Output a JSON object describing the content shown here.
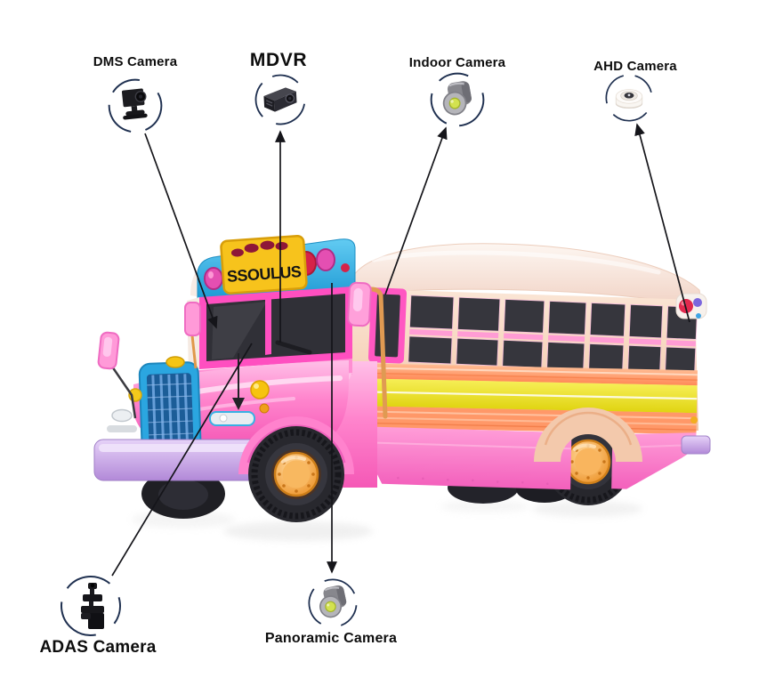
{
  "diagram": {
    "subject": "school bus camera system diagram",
    "bus": {
      "sign_text": "SSOULUS"
    },
    "callouts": [
      {
        "id": "dms",
        "label": "DMS Camera",
        "icon": "dms-camera-icon",
        "target": "windshield-dashboard"
      },
      {
        "id": "mdvr",
        "label": "MDVR",
        "icon": "mdvr-recorder-icon",
        "target": "front-dashboard"
      },
      {
        "id": "indoor",
        "label": "Indoor Camera",
        "icon": "indoor-camera-icon",
        "target": "first-side-window"
      },
      {
        "id": "ahd",
        "label": "AHD Camera",
        "icon": "ahd-dome-camera-icon",
        "target": "rear-roof-corner"
      },
      {
        "id": "adas",
        "label": "ADAS Camera",
        "icon": "adas-camera-icon",
        "target": "windshield-lower"
      },
      {
        "id": "panoramic",
        "label": "Panoramic Camera",
        "icon": "panoramic-camera-icon",
        "target": "underbody-front"
      }
    ],
    "colors": {
      "body_pink": "#ff7fca",
      "body_peach": "#f6cbb0",
      "stripe_yellow": "#ebe126",
      "stripe_salmon": "#ff9868",
      "roof_cream": "#f8e9e0",
      "cab_blue": "#2fa9e2",
      "bumper_lavender": "#c7a4e6",
      "hub_orange": "#f09a30",
      "window_dark": "#34343b",
      "sign_yellow": "#f7c31c",
      "connector_line": "#15151a",
      "badge_ring": "#1f3050",
      "lens_green": "#d3e24f"
    }
  }
}
